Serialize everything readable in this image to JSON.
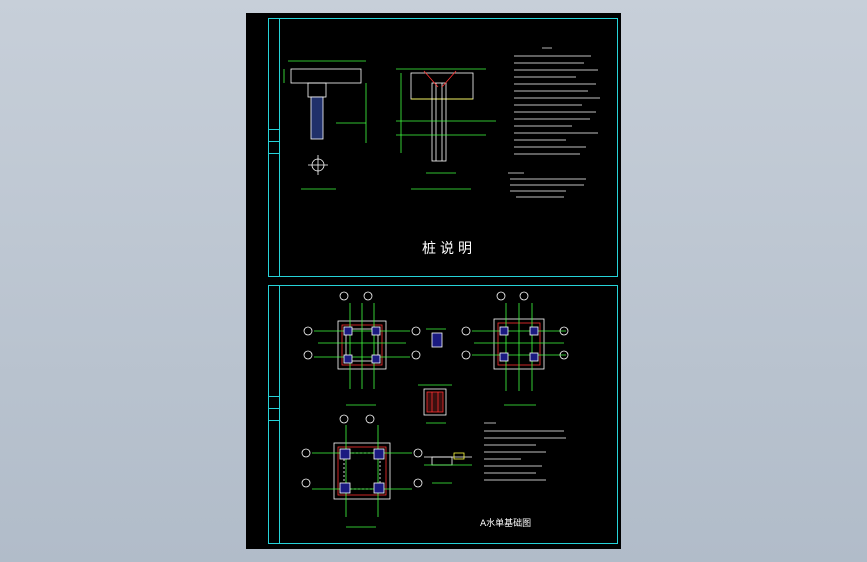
{
  "drawing": {
    "upper_title": "桩说明",
    "lower_title": "A水单基础图",
    "axis_a": "A",
    "axis_b": "B",
    "axis_1": "1",
    "axis_2": "2",
    "colors": {
      "frame": "#26d3d9",
      "line": "#ffffff",
      "dim": "#40ff40",
      "accent": "#ff3030",
      "note": "#ffff40",
      "background": "#000000"
    }
  }
}
